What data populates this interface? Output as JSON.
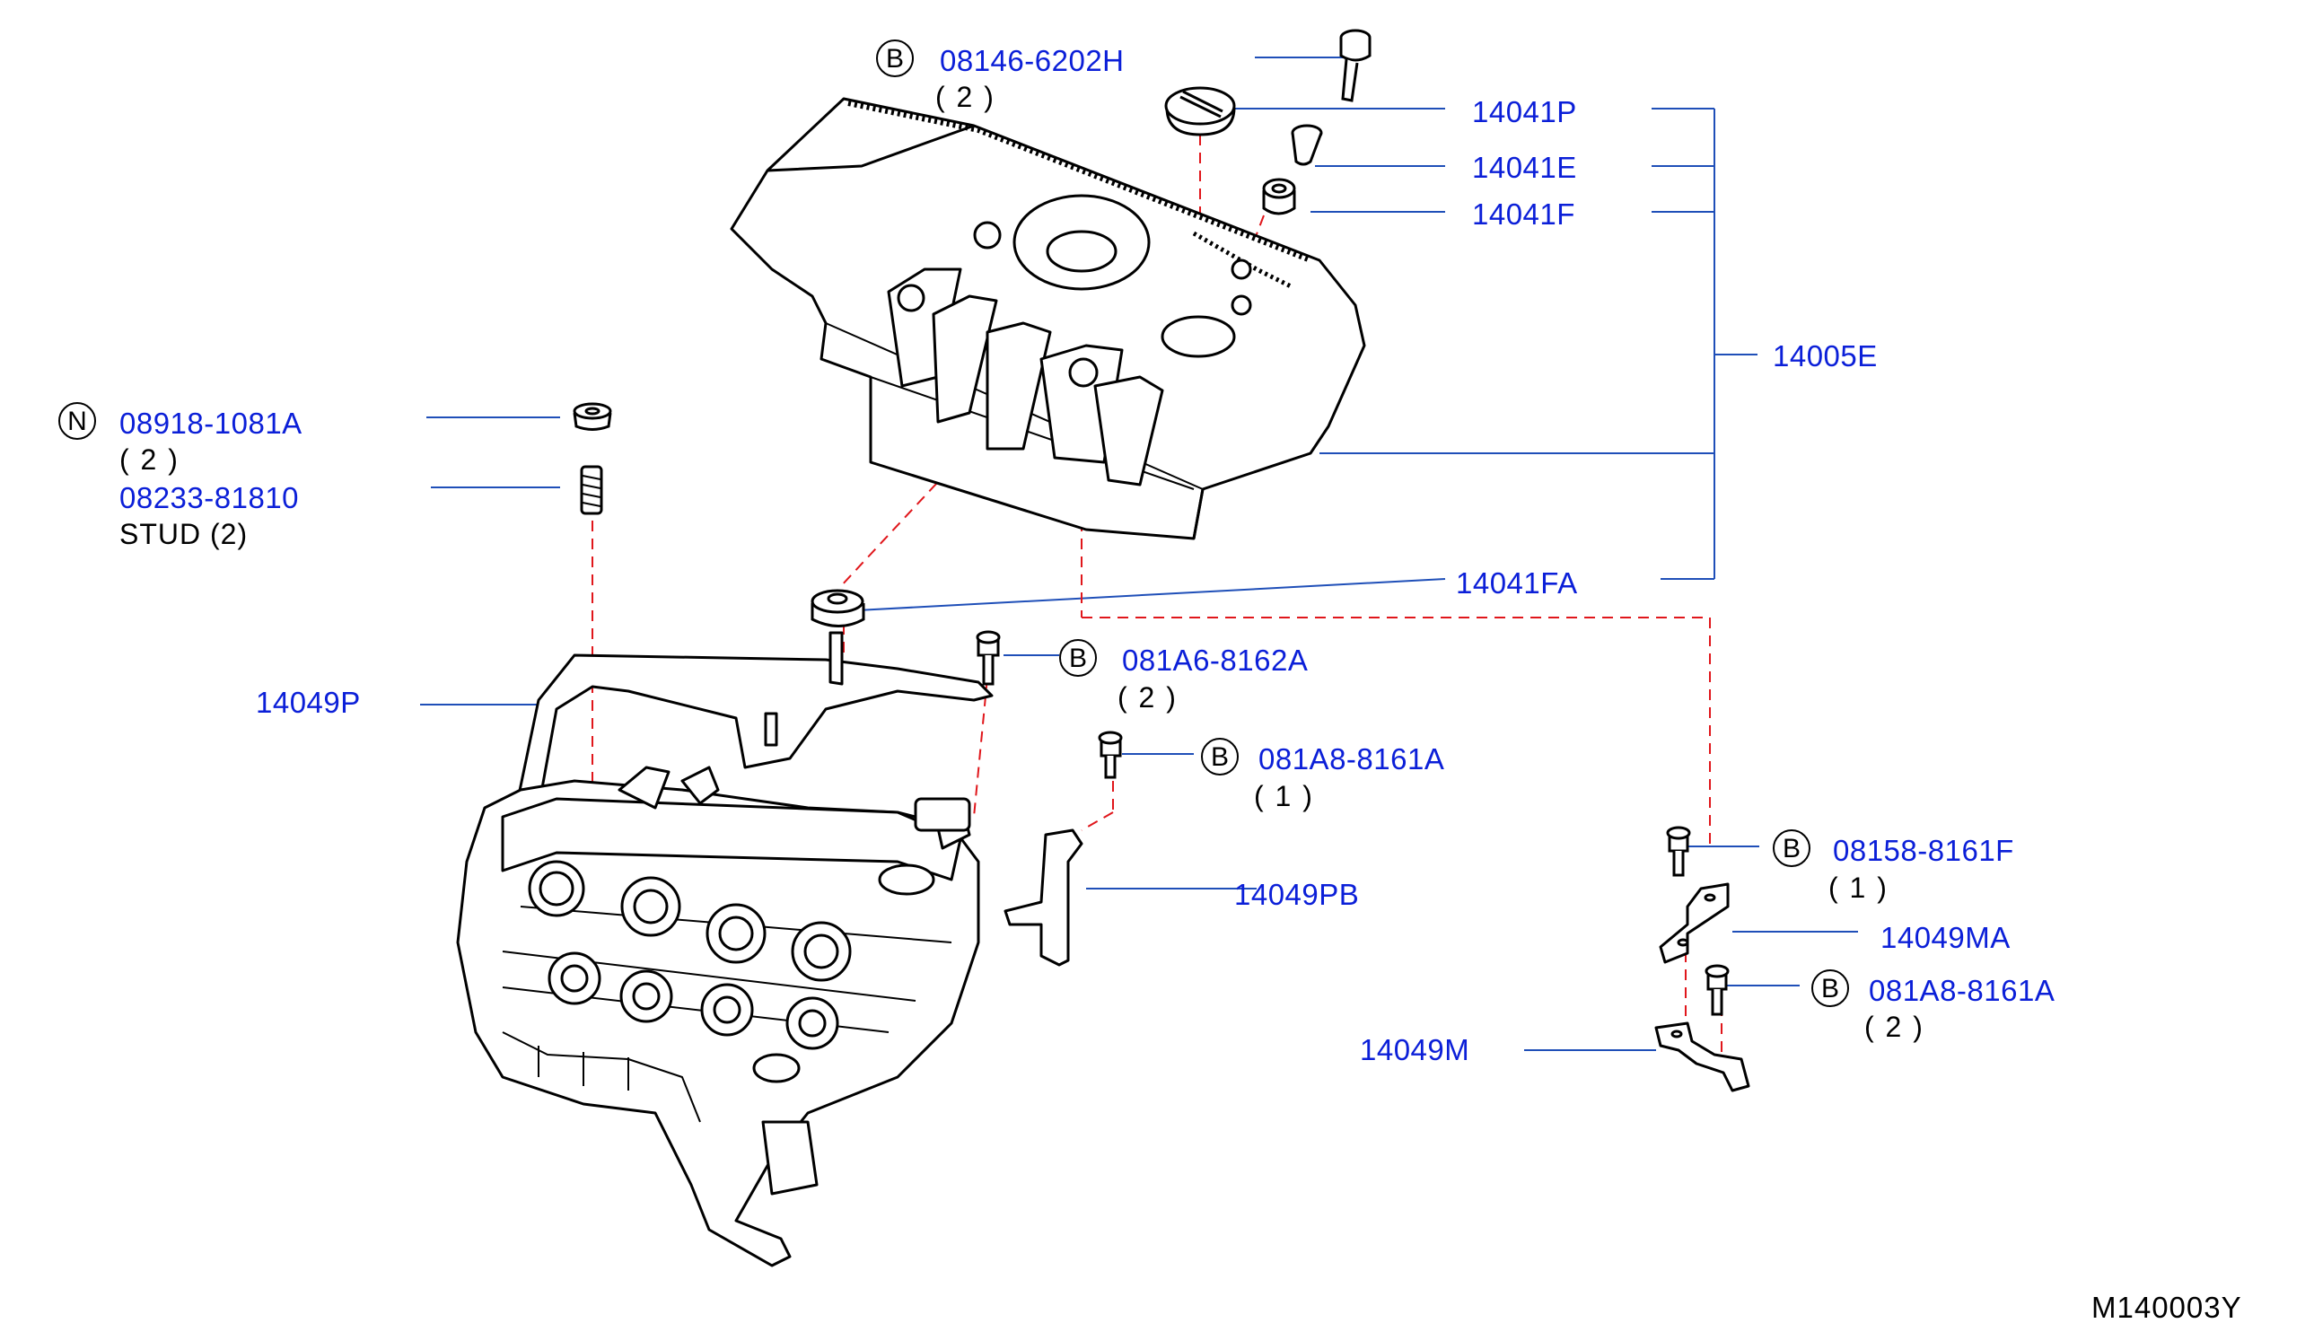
{
  "diagram_code": "M140003Y",
  "parts": {
    "bolt_top": {
      "prefix": "B",
      "number": "08146-6202H",
      "qty": "( 2 )"
    },
    "cap": {
      "number": "14041P"
    },
    "collar_e": {
      "number": "14041E"
    },
    "collar_f": {
      "number": "14041F"
    },
    "cover_assy": {
      "number": "14005E"
    },
    "grommet_fa": {
      "number": "14041FA"
    },
    "nut": {
      "prefix": "N",
      "number": "08918-1081A",
      "qty": "( 2 )"
    },
    "stud": {
      "number": "08233-81810",
      "desc": "STUD  (2)"
    },
    "bracket_p": {
      "number": "14049P"
    },
    "bolt_81a6": {
      "prefix": "B",
      "number": "081A6-8162A",
      "qty": "( 2 )"
    },
    "bolt_81a8_1": {
      "prefix": "B",
      "number": "081A8-8161A",
      "qty": "( 1 )"
    },
    "bracket_pb": {
      "number": "14049PB"
    },
    "bolt_8158": {
      "prefix": "B",
      "number": "08158-8161F",
      "qty": "( 1 )"
    },
    "bracket_ma": {
      "number": "14049MA"
    },
    "bolt_81a8_2": {
      "prefix": "B",
      "number": "081A8-8161A",
      "qty": "( 2 )"
    },
    "bracket_m": {
      "number": "14049M"
    }
  },
  "colors": {
    "part_number": "#0b1fd8",
    "leader": "#1f4fb8",
    "dash": "#e0161b",
    "ink": "#000000"
  }
}
